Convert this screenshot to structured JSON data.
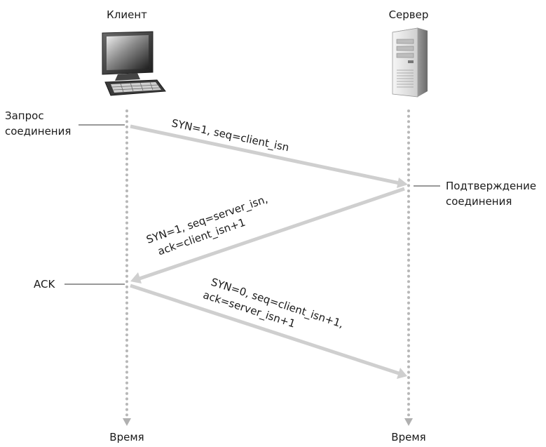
{
  "client": {
    "title": "Клиент",
    "time_label": "Время",
    "icon": "desktop-computer-icon"
  },
  "server": {
    "title": "Сервер",
    "time_label": "Время",
    "icon": "server-tower-icon"
  },
  "events": {
    "connection_request": [
      "Запрос",
      "соединения"
    ],
    "connection_confirm": [
      "Подтверждение",
      "соединения"
    ],
    "ack": "ACK"
  },
  "messages": {
    "syn": [
      "SYN=1, seq=client_isn"
    ],
    "synack": [
      "SYN=1, seq=server_isn,",
      "ack=client_isn+1"
    ],
    "ack": [
      "SYN=0, seq=client_isn+1,",
      "ack=server_isn+1"
    ]
  },
  "colors": {
    "arrow": "#cfcfcf",
    "lifeline": "#b8b8b8",
    "text": "#1a1a1a"
  }
}
